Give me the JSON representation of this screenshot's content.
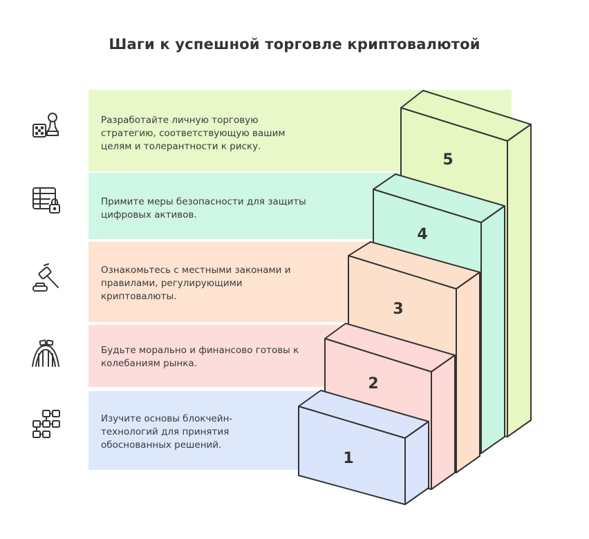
{
  "title": "Шаги к успешной торговле криптовалютой",
  "steps": [
    {
      "number": "5",
      "text": "Разработайте личную торговую стратегию, соответствующую вашим целям и толерантности к риску.",
      "icon": "strategy-dice-pawn-icon",
      "color": "#e6f7c2"
    },
    {
      "number": "4",
      "text": "Примите меры безопасности для защиты цифровых активов.",
      "icon": "secure-database-lock-icon",
      "color": "#c9f6e2"
    },
    {
      "number": "3",
      "text": "Ознакомьтесь с местными законами и правилами, регулирующими криптовалюты.",
      "icon": "gavel-icon",
      "color": "#fde0cb"
    },
    {
      "number": "2",
      "text": "Будьте морально и финансово готовы к колебаниям рынка.",
      "icon": "roller-coaster-icon",
      "color": "#fdd9d8"
    },
    {
      "number": "1",
      "text": "Изучите основы блокчейн-технологий для принятия обоснованных решений.",
      "icon": "blockchain-network-icon",
      "color": "#dae5fb"
    }
  ]
}
